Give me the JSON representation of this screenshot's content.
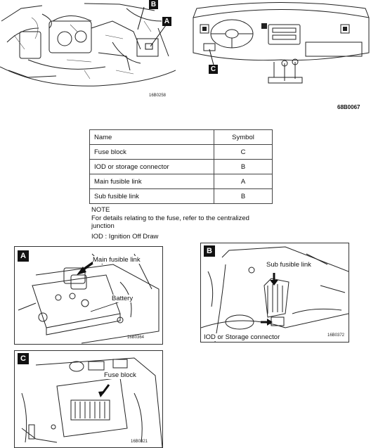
{
  "top_left_figure": {
    "callouts": [
      "B",
      "A"
    ],
    "code": "16B0258"
  },
  "top_right_figure": {
    "callout": "C"
  },
  "page_ref": "68B0067",
  "table": {
    "headers": [
      "Name",
      "Symbol"
    ],
    "rows": [
      [
        "Fuse block",
        "C"
      ],
      [
        "IOD or storage connector",
        "B"
      ],
      [
        "Main fusible link",
        "A"
      ],
      [
        "Sub fusible link",
        "B"
      ]
    ]
  },
  "note": {
    "heading": "NOTE",
    "line1": "For details relating to the fuse, refer to the centralized",
    "line2": "junction",
    "line3": "IOD : Ignition Off Draw"
  },
  "panel_a": {
    "tag": "A",
    "main_label": "Main fusible link",
    "battery_label": "Battery",
    "code": "16B0364"
  },
  "panel_b": {
    "tag": "B",
    "sub_label": "Sub fusible link",
    "iod_label": "IOD or Storage connector",
    "code": "16B0372"
  },
  "panel_c": {
    "tag": "C",
    "fuse_label": "Fuse block",
    "code": "16B0321"
  }
}
